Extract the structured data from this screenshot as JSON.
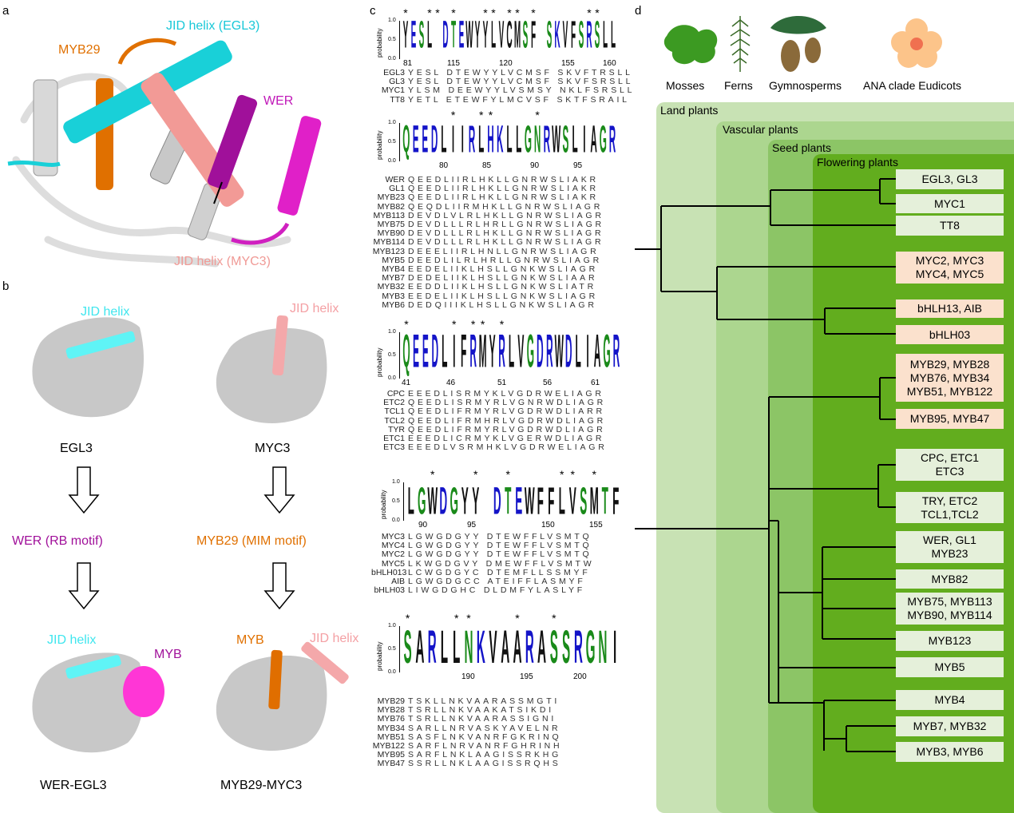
{
  "panels": {
    "a": "a",
    "b": "b",
    "c": "c",
    "d": "d"
  },
  "panel_a": {
    "jid_egl3": "JID helix (EGL3)",
    "myb29": "MYB29",
    "wer": "WER",
    "jid_myc3": "JID helix (MYC3)"
  },
  "panel_b": {
    "jid1": "JID helix",
    "jid2": "JID helix",
    "egl3": "EGL3",
    "myc3": "MYC3",
    "wer_rb": "WER (RB motif)",
    "myb29_mim": "MYB29 (MIM motif)",
    "jid3": "JID helix",
    "myb1": "MYB",
    "myb2": "MYB",
    "jid4": "JID helix",
    "complex1": "WER-EGL3",
    "complex2": "MYB29-MYC3"
  },
  "panel_c": {
    "ylabel": "probability",
    "axis_ticks": [
      "1.0",
      "0.5",
      "0.0"
    ],
    "logos": [
      {
        "segments": [
          "YESL",
          "DTEWYYLVCMSF",
          "SKVFSRSLL"
        ],
        "ticks": [
          "81",
          "115",
          "120",
          "155",
          "160"
        ],
        "stars": "*  ** *   ** ** *      **"
      },
      {
        "segments": [
          "QEEDLIIRLHKLLGNRWSLIAGR"
        ],
        "ticks": [
          "80",
          "85",
          "90",
          "95"
        ],
        "stars": "     *  **    *        *"
      },
      {
        "segments": [
          "QEEDLIFRMYRLVGDRWDLIAGR"
        ],
        "ticks": [
          "41",
          "46",
          "51",
          "56",
          "61"
        ],
        "stars": "*    * ** *            *"
      },
      {
        "segments": [
          "LGWDGYY",
          "DTEWFFLVSMTF"
        ],
        "ticks": [
          "90",
          "95",
          "150",
          "155"
        ],
        "stars": "  *   *  *    ** *  *  "
      },
      {
        "segments": [
          "SARLLNKVAARASSRGNI"
        ],
        "ticks": [
          "190",
          "195",
          "200"
        ],
        "stars": "*   **   *  *      *"
      }
    ],
    "alignments": [
      [
        [
          "EGL3",
          "YESL DTEWYYLVCMSF SKVFTRSLL"
        ],
        [
          "GL3",
          "YESL DTEWYYLVCMSF SKVFSRSLL"
        ],
        [
          "MYC1",
          "YLSM DEEWYYLVSMSY NKLFSRSLL"
        ],
        [
          "TT8",
          "YETL ETEWFYLMCVSF SKTFSRAIL"
        ]
      ],
      [
        [
          "WER",
          "QEEDLIIRLHKLLGNRWSLIAKR"
        ],
        [
          "GL1",
          "QEEDLIIRLHKLLGNRWSLIAKR"
        ],
        [
          "MYB23",
          "QEEDLIIRLHKLLGNRWSLIAKR"
        ],
        [
          "MYB82",
          "QEQDLIIRMHKLLGNRWSLIAGR"
        ],
        [
          "MYB113",
          "DEVDLVLRLHKLLGNRWSLIAGR"
        ],
        [
          "MYB75",
          "DEVDLLLRLHRLLGNRWSLIAGR"
        ],
        [
          "MYB90",
          "DEVDLLLRLHKLLGNRWSLIAGR"
        ],
        [
          "MYB114",
          "DEVDLLLRLHKLLGNRWSLIAGR"
        ],
        [
          "MYB123",
          "DEEELIIRLHNLLGNRWSLIAGR"
        ],
        [
          "MYB5",
          "DEEDLILRLHRLLGNRWSLIAGR"
        ],
        [
          "MYB4",
          "EEDELIIKLHSLLGNKWSLIAGR"
        ],
        [
          "MYB7",
          "DEDELIIKLHSLLGNKWSLIAAR"
        ],
        [
          "MYB32",
          "EEDDLIIKLHSLLGNKWSLIATR"
        ],
        [
          "MYB3",
          "EEDELIIKLHSLLGNKWSLIAGR"
        ],
        [
          "MYB6",
          "DEDQIIIKLHSLLGNKWSLIAGR"
        ]
      ],
      [
        [
          "CPC",
          "EEEDLISRMYKLVGDRWELIAGR"
        ],
        [
          "ETC2",
          "QEEDLISRMYRLVGNRWDLIAGR"
        ],
        [
          "TCL1",
          "QEEDLIFRMYRLVGDRWDLIARR"
        ],
        [
          "TCL2",
          "QEEDLIFRMHRLVGDRWDLIAGR"
        ],
        [
          "TYR",
          "QEEDLIFRMYRLVGDRWDLIAGR"
        ],
        [
          "ETC1",
          "EEEDLICRMYKLVGERWDLIAGR"
        ],
        [
          "ETC3",
          "EEEDLVSRMHKLVGDRWELIAGR"
        ]
      ],
      [
        [
          "MYC3",
          "LGWGDGYY DTEWFFLVSMTQ"
        ],
        [
          "MYC4",
          "LGWGDGYY DTEWFFLVSMTQ"
        ],
        [
          "MYC2",
          "LGWGDGYY DTEWFFLVSMTQ"
        ],
        [
          "MYC5",
          "LKWGDGVY DMEWFFLVSMTW"
        ],
        [
          "bHLH013",
          "LCWGDGYC DTEMFLLSSMYF"
        ],
        [
          "AIB",
          "LGWGDGCC ATEIFFLASMYF"
        ],
        [
          "bHLH03",
          "LIWGDGHC DLDMFYLASLYF"
        ]
      ],
      [
        [
          "MYB29",
          "TSKLLNKVAARASSMGTI"
        ],
        [
          "MYB28",
          "TSRLLNKVAAKATSIKDI"
        ],
        [
          "MYB76",
          "TSRLLNKVAARASSIGNI"
        ],
        [
          "MYB34",
          "SARLLNRVASKYAVELNR"
        ],
        [
          "MYB51",
          "SASFLNKVANRFGKRINQ"
        ],
        [
          "MYB122",
          "SARFLNRVANRFGHRINH"
        ],
        [
          "MYB95",
          "SARFLNKLAAGISSRKHG"
        ],
        [
          "MYB47",
          "SSRLLNKLAAGISSRQHS"
        ]
      ]
    ]
  },
  "panel_d": {
    "plants": [
      "Mosses",
      "Ferns",
      "Gymnosperms",
      "ANA clade Eudicots"
    ],
    "clades": [
      "Land plants",
      "Vascular plants",
      "Seed plants",
      "Flowering plants"
    ],
    "leaves": [
      {
        "label": "EGL3, GL3",
        "group": "eudicot"
      },
      {
        "label": "MYC1",
        "group": "eudicot"
      },
      {
        "label": "TT8",
        "group": "eudicot"
      },
      {
        "label": "MYC2, MYC3\nMYC4, MYC5",
        "group": "ana"
      },
      {
        "label": "bHLH13, AIB",
        "group": "ana"
      },
      {
        "label": "bHLH03",
        "group": "ana"
      },
      {
        "label": "MYB29, MYB28\nMYB76, MYB34\nMYB51, MYB122",
        "group": "ana"
      },
      {
        "label": "MYB95, MYB47",
        "group": "ana"
      },
      {
        "label": "CPC, ETC1\nETC3",
        "group": "eudicot"
      },
      {
        "label": "TRY, ETC2\nTCL1,TCL2",
        "group": "eudicot"
      },
      {
        "label": "WER, GL1\nMYB23",
        "group": "eudicot"
      },
      {
        "label": "MYB82",
        "group": "eudicot"
      },
      {
        "label": "MYB75, MYB113\nMYB90, MYB114",
        "group": "eudicot"
      },
      {
        "label": "MYB123",
        "group": "eudicot"
      },
      {
        "label": "MYB5",
        "group": "eudicot"
      },
      {
        "label": "MYB4",
        "group": "eudicot"
      },
      {
        "label": "MYB7, MYB32",
        "group": "eudicot"
      },
      {
        "label": "MYB3, MYB6",
        "group": "eudicot"
      }
    ],
    "colors": {
      "land": "#c8e2b4",
      "vascular": "#acd68f",
      "seed": "#8cc566",
      "flowering": "#62ad1e",
      "eudicot": "#e5f0da",
      "ana": "#fbe1cd"
    }
  }
}
